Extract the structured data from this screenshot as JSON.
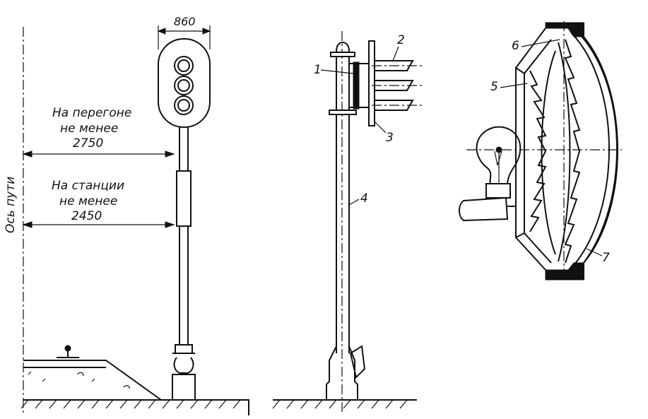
{
  "labels": {
    "dim_width": "860",
    "track_axis": "Ось пути",
    "haul_line1": "На перегоне",
    "haul_line2": "не менее",
    "haul_value": "2750",
    "station_line1": "На станции",
    "station_line2": "не менее",
    "station_value": "2450"
  },
  "callouts": {
    "c1": "1",
    "c2": "2",
    "c3": "3",
    "c4": "4",
    "c5": "5",
    "c6": "6",
    "c7": "7"
  },
  "colors": {
    "ink": "#111111",
    "paper": "#ffffff"
  }
}
